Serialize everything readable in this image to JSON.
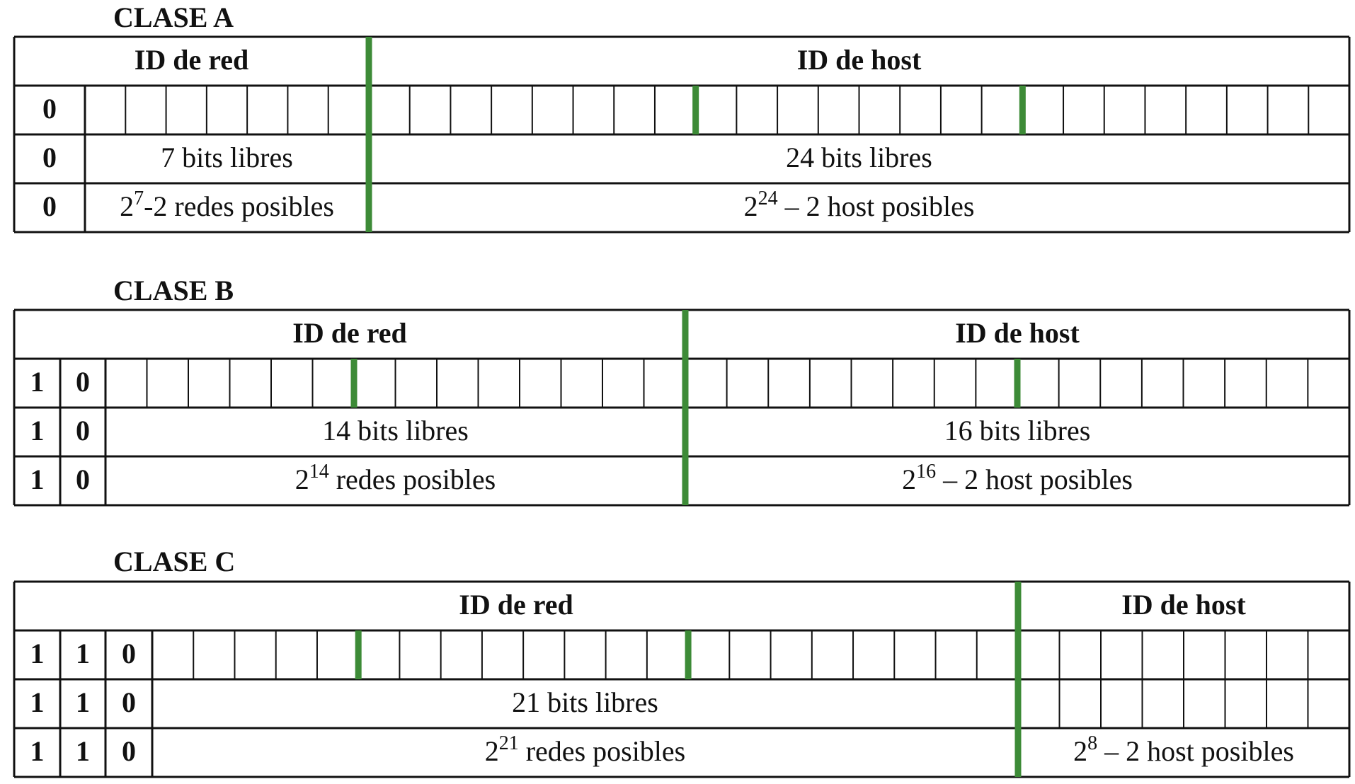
{
  "accent_color": "#3d8b37",
  "line_color": "#111111",
  "classes": {
    "a": {
      "title": "CLASE A",
      "net_header": "ID  de red",
      "host_header": "ID de host",
      "prefix_bits": [
        "0"
      ],
      "net_free_bits": "7 bits libres",
      "host_free_bits": "24 bits libres",
      "net_formula": {
        "base": "2",
        "exp": "7",
        "rest": "-2 redes posibles"
      },
      "host_formula": {
        "base": "2",
        "exp": "24",
        "rest": " – 2 host posibles"
      },
      "net_bits": 8,
      "host_bits": 24
    },
    "b": {
      "title": "CLASE B",
      "net_header": "ID  de red",
      "host_header": "ID de host",
      "prefix_bits": [
        "1",
        "0"
      ],
      "net_free_bits": "14 bits libres",
      "host_free_bits": "16 bits libres",
      "net_formula": {
        "base": "2",
        "exp": "14",
        "rest": " redes posibles"
      },
      "host_formula": {
        "base": "2",
        "exp": "16",
        "rest": " – 2 host posibles"
      },
      "net_bits": 16,
      "host_bits": 16
    },
    "c": {
      "title": "CLASE C",
      "net_header": "ID  de red",
      "host_header": "ID de host",
      "prefix_bits": [
        "1",
        "1",
        "0"
      ],
      "net_free_bits": "21 bits libres",
      "host_free_bits": "",
      "net_formula": {
        "base": "2",
        "exp": "21",
        "rest": " redes posibles"
      },
      "host_formula": {
        "base": "2",
        "exp": "8",
        "rest": " – 2 host posibles"
      },
      "net_bits": 24,
      "host_bits": 8
    }
  }
}
